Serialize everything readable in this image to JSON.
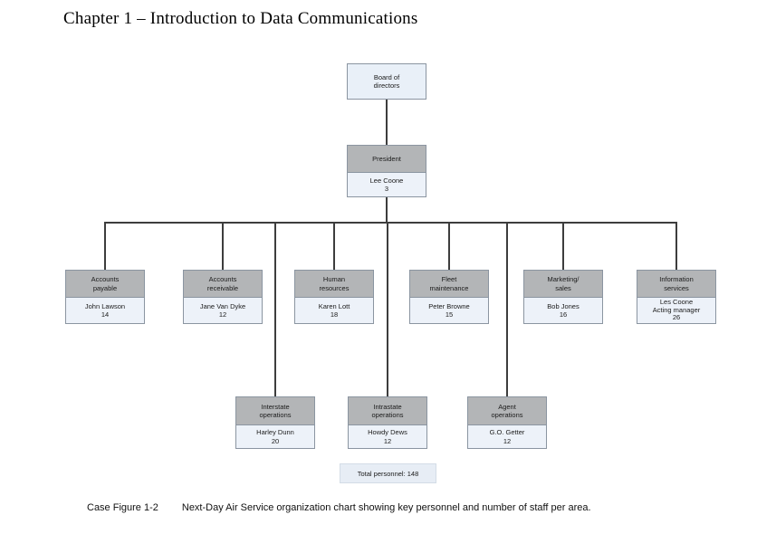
{
  "page": {
    "title": "Chapter 1 – Introduction to Data Communications"
  },
  "colors": {
    "node_header_fill": "#b3b5b7",
    "node_body_fill": "#edf2f9",
    "node_border": "#8b95a1",
    "connector_line": "#3d3d3d",
    "page_background": "#ffffff"
  },
  "org_chart": {
    "board": {
      "label": "Board of\ndirectors"
    },
    "president": {
      "title": "President",
      "name": "Lee Coone",
      "count": "3"
    },
    "departments": [
      {
        "title": "Accounts\npayable",
        "name": "John Lawson",
        "count": "14"
      },
      {
        "title": "Accounts\nreceivable",
        "name": "Jane Van Dyke",
        "count": "12"
      },
      {
        "title": "Human\nresources",
        "name": "Karen Lott",
        "count": "18"
      },
      {
        "title": "Fleet\nmaintenance",
        "name": "Peter Browne",
        "count": "15"
      },
      {
        "title": "Marketing/\nsales",
        "name": "Bob Jones",
        "count": "16"
      },
      {
        "title": "Information\nservices",
        "name": "Les Coone",
        "role": "Acting manager",
        "count": "26"
      }
    ],
    "operations": [
      {
        "title": "Interstate\noperations",
        "name": "Harley Dunn",
        "count": "20"
      },
      {
        "title": "Intrastate\noperations",
        "name": "Howdy Dews",
        "count": "12"
      },
      {
        "title": "Agent\noperations",
        "name": "G.O. Getter",
        "count": "12"
      }
    ],
    "total": {
      "label": "Total personnel: 148"
    }
  },
  "caption": {
    "label": "Case Figure 1-2",
    "text": "Next-Day Air Service organization chart showing key personnel and number of staff per area."
  }
}
